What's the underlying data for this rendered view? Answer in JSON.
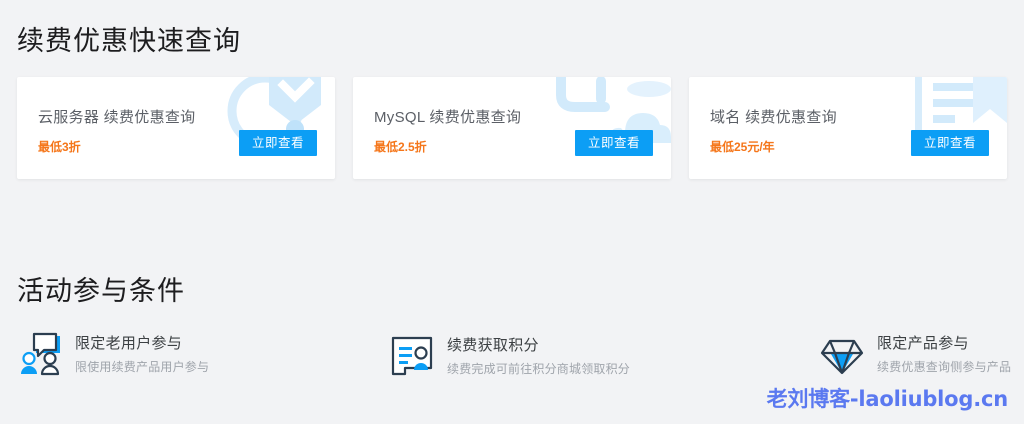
{
  "page": {
    "background_color": "#f2f3f5",
    "accent_color": "#0c9ef5",
    "price_color": "#f5761a"
  },
  "query_section": {
    "title": "续费优惠快速查询",
    "cards": [
      {
        "title": "云服务器 续费优惠查询",
        "price": "最低3折",
        "button_label": "立即查看",
        "decoration": "cloud-server-icon"
      },
      {
        "title": "MySQL 续费优惠查询",
        "price": "最低2.5折",
        "button_label": "立即查看",
        "decoration": "database-cloud-icon"
      },
      {
        "title": "域名 续费优惠查询",
        "price": "最低25元/年",
        "button_label": "立即查看",
        "decoration": "domain-document-icon"
      }
    ]
  },
  "conditions_section": {
    "title": "活动参与条件",
    "items": [
      {
        "title": "限定老用户参与",
        "subtitle": "限使用续费产品用户参与",
        "icon": "users-chat-icon"
      },
      {
        "title": "续费获取积分",
        "subtitle": "续费完成可前往积分商城领取积分",
        "icon": "id-card-person-icon"
      },
      {
        "title": "限定产品参与",
        "subtitle": "续费优惠查询侧参与产品",
        "icon": "diamond-icon"
      }
    ]
  },
  "watermark": {
    "text": "老刘博客-laoliublog.cn",
    "color": "#5b79f0"
  }
}
